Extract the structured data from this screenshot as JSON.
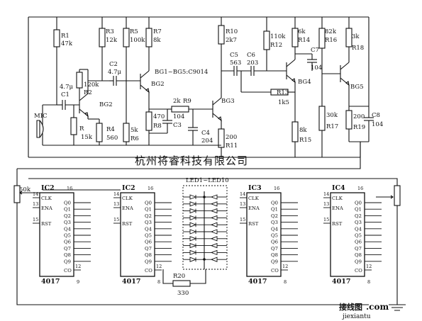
{
  "amplifier": {
    "r1": "R1",
    "r1v": "47k",
    "r2": "R2",
    "r2v": "120k",
    "r3": "R3",
    "r3v": "12k",
    "r4": "R4",
    "r4v": "560",
    "r5": "R5",
    "r5v": "100k",
    "r6": "R6",
    "r6v": "5k",
    "r7": "R7",
    "r7v": "8k",
    "r8": "R8",
    "r8v": "470",
    "r9": "R9",
    "r9v": "2k",
    "r10": "R10",
    "r10v": "2k7",
    "r11": "R11",
    "r11v": "200",
    "r12": "R12",
    "r12v": "110k",
    "r13": "R13",
    "r13v": "1k5",
    "r14": "R14",
    "r14v": "6k",
    "r15": "R15",
    "r15v": "8k",
    "r16": "R16",
    "r16v": "82k",
    "r17": "R17",
    "r17v": "30k",
    "r18": "R18",
    "r18v": "3k",
    "r19": "R19",
    "r19v": "200",
    "r": "R",
    "rv": "15k",
    "c1": "C1",
    "c1v": "4.7μ",
    "c2": "C2",
    "c2v": "4.7μ",
    "c3": "C3",
    "c3v": "104",
    "c4": "C4",
    "c4v": "204",
    "c5": "C5",
    "c5v": "563",
    "c6": "C6",
    "c6v": "203",
    "c7": "C7",
    "c7v": "104",
    "c8": "C8",
    "c8v": "104",
    "mic": "MIC",
    "bg_note": "BG1~BG5:C9014",
    "bg2a": "BG2",
    "bg2b": "BG2",
    "bg3": "BG3",
    "bg4": "BG4",
    "bg5": "BG5"
  },
  "counters": {
    "pot_left": "50k",
    "ic1": "IC2",
    "ic2": "IC2",
    "ic3": "IC3",
    "ic4": "IC4",
    "part": "4017",
    "led_label": "LED1~LED10",
    "r20": "R20",
    "r20v": "330",
    "clk": "CLK",
    "ena": "ENA",
    "rst": "RST",
    "co": "CO",
    "outputs": [
      "Q0",
      "Q1",
      "Q2",
      "Q3",
      "Q4",
      "Q5",
      "Q6",
      "Q7",
      "Q8",
      "Q9"
    ],
    "pins": {
      "p14": "14",
      "p13": "13",
      "p15": "15",
      "p16": "16",
      "p8": "8",
      "p9": "9",
      "p12": "12"
    }
  },
  "watermark": "杭州将睿科技有限公司",
  "logo": {
    "cn": "接线图",
    "com": ".com",
    "site": "jiexiantu"
  }
}
